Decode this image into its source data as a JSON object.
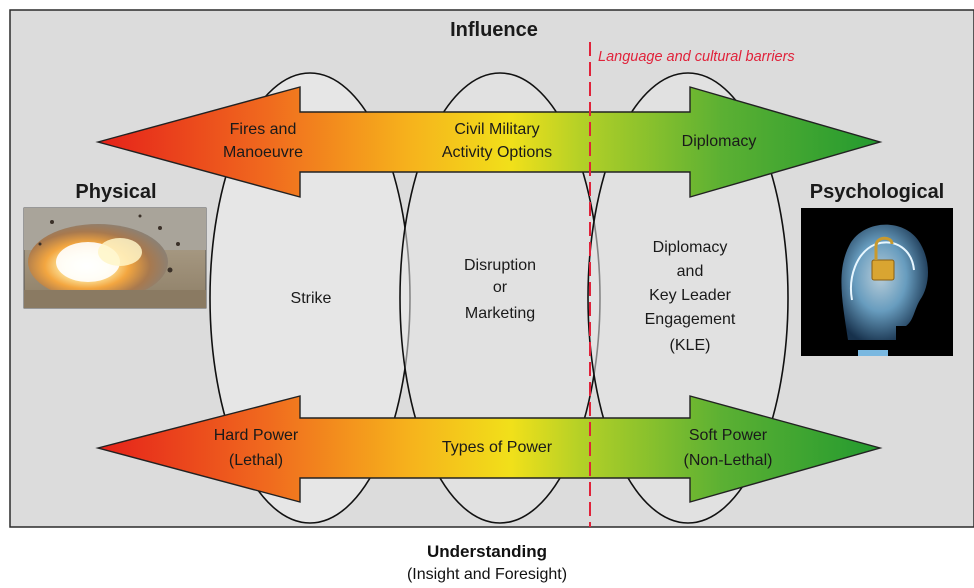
{
  "top_label": "Influence",
  "left_side": {
    "label": "Physical",
    "image": "explosion-photo"
  },
  "right_side": {
    "label": "Psychological",
    "image": "xray-head-padlock"
  },
  "barrier_label": "Language and cultural barriers",
  "top_arrow": {
    "left": [
      "Fires and",
      "Manoeuvre"
    ],
    "center": [
      "Civil Military",
      "Activity Options"
    ],
    "right": [
      "Diplomacy"
    ]
  },
  "columns": {
    "left": [
      "Strike"
    ],
    "center": [
      "Disruption",
      "or",
      "Marketing"
    ],
    "right": [
      "Diplomacy",
      "and",
      "Key Leader",
      "Engagement",
      "(KLE)"
    ]
  },
  "bottom_arrow": {
    "left": [
      "Hard Power",
      "(Lethal)"
    ],
    "center": [
      "Types of Power"
    ],
    "right": [
      "Soft Power",
      "(Non-Lethal)"
    ]
  },
  "bottom_label": "Understanding",
  "bottom_sublabel": "(Insight and Foresight)",
  "colors": {
    "red": "#e8211b",
    "orange": "#f39a1c",
    "yellow": "#f2e11a",
    "green": "#2a9a2f",
    "barrier": "#e0223a",
    "panel": "#dcdcdc"
  }
}
